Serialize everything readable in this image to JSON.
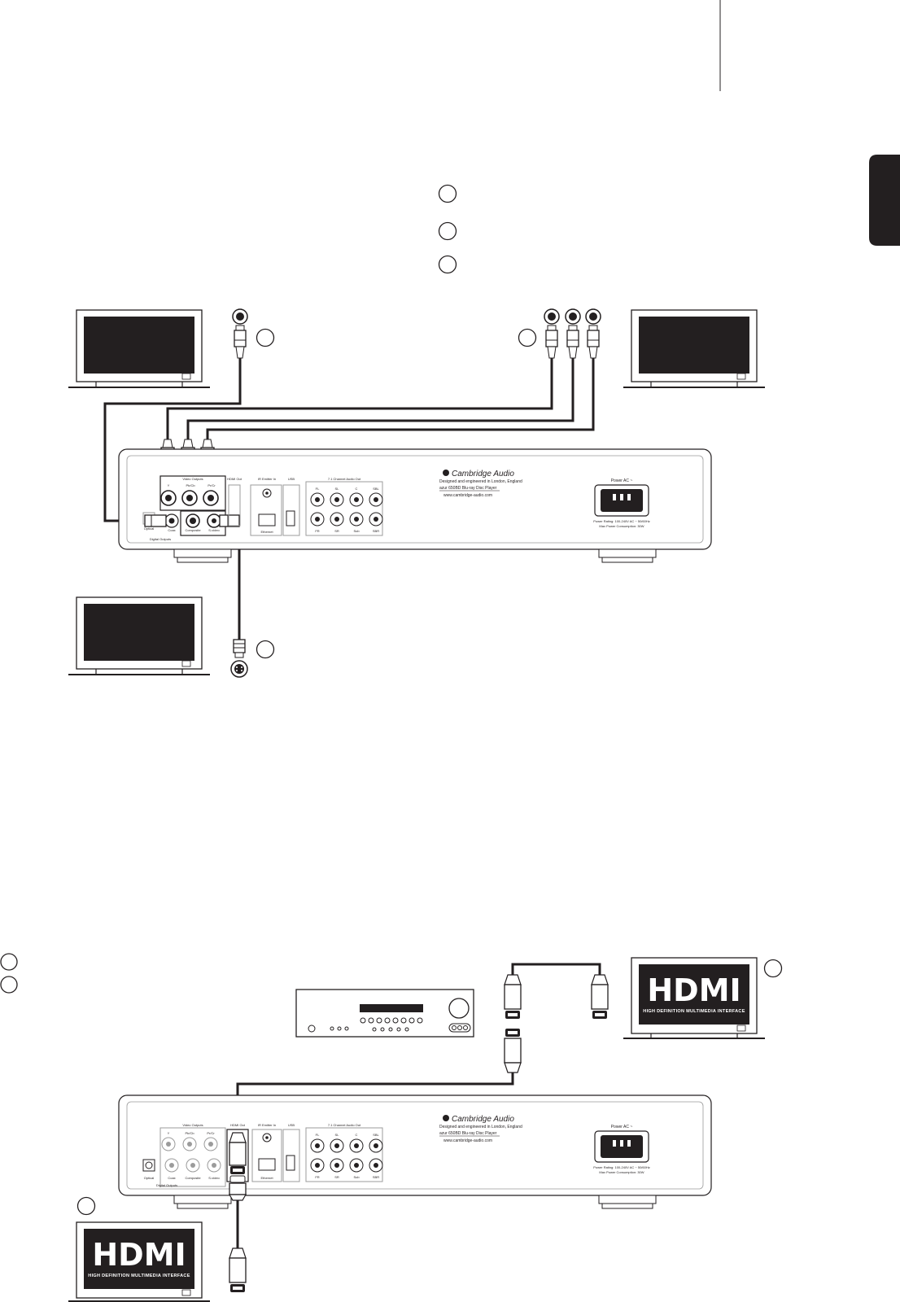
{
  "header": {
    "language_tab": ""
  },
  "legend": {
    "markers": [
      "",
      "",
      ""
    ]
  },
  "player": {
    "brand": "Cambridge Audio",
    "tagline": "Designed and engineered in London, England",
    "model": "azur 650BD Blu-ray Disc Player",
    "website": "www.cambridge-audio.com",
    "video_outputs_label": "Video Outputs",
    "hdmi_out_label": "HDMI Out",
    "ir_label": "IR Emitter In",
    "usb_label": "USB",
    "analog_out_label": "7.1 Channel Audio Out",
    "ethernet_label": "Ethernet",
    "digital_outputs_label": "Digital Outputs",
    "optical_label": "Optical",
    "coax_label": "Coax",
    "composite_label": "Composite",
    "svideo_label": "S-video",
    "y_label": "Y",
    "pbcb_label": "Pb/Cb",
    "prcr_label": "Pr/Cr",
    "channels": [
      "FL",
      "SL",
      "C",
      "SBL",
      "FR",
      "SR",
      "Sub",
      "SBR"
    ],
    "power_label": "Power AC ~",
    "power_rating": "Power Rating: 100-240V AC ~ 50/60Hz",
    "power_consumption": "Max Power Consumption: 30W"
  },
  "hdmi_logo": {
    "main": "HDMI",
    "sub": "HIGH DEFINITION MULTIMEDIA INTERFACE"
  },
  "colors": {
    "ink": "#231f20",
    "tv_screen": "#231f20",
    "tab": "#231f20",
    "panel": "#ffffff"
  }
}
